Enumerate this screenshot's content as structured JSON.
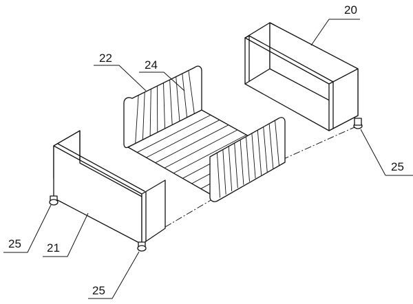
{
  "labels": {
    "part_20": "20",
    "part_21": "21",
    "part_22": "22",
    "part_24": "24",
    "foot_left": "25",
    "foot_bottom": "25",
    "foot_right": "25"
  }
}
